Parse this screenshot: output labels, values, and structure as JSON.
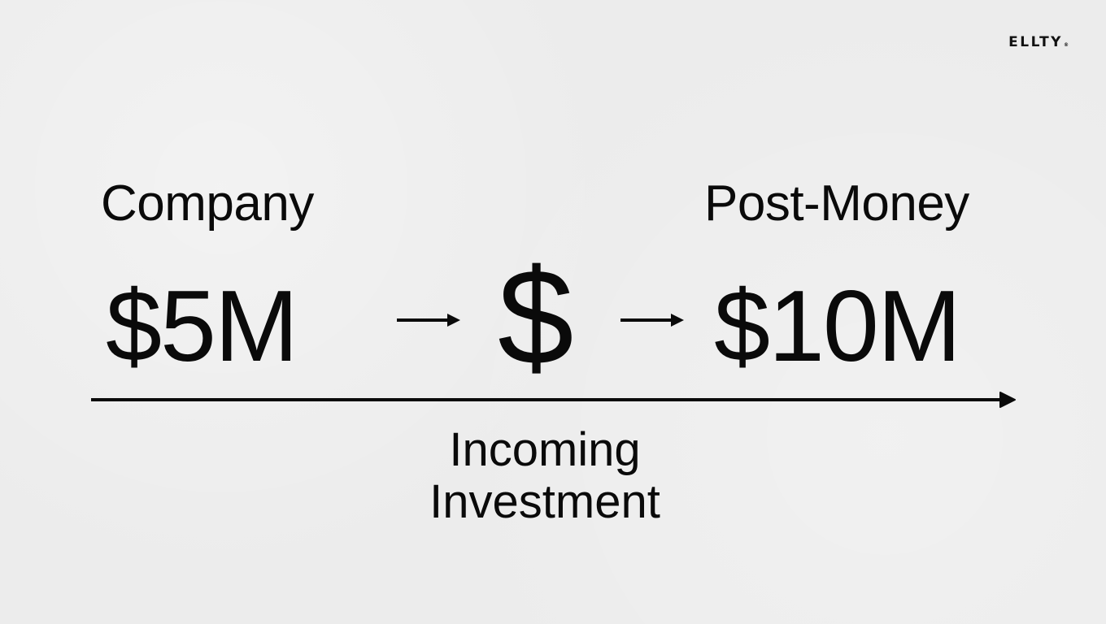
{
  "brand": {
    "logo_text": "ELLTY",
    "logo_mark": "®"
  },
  "diagram": {
    "left_label": "Company",
    "left_value": "$5M",
    "middle_symbol": "$",
    "right_label": "Post-Money",
    "right_value": "$10M",
    "caption_line1": "Incoming",
    "caption_line2": "Investment"
  },
  "icons": {
    "flow_arrow": "right-arrow-icon",
    "timeline_arrow": "long-right-arrow-icon"
  },
  "colors": {
    "background": "#ececec",
    "ink": "#0a0a0a"
  }
}
